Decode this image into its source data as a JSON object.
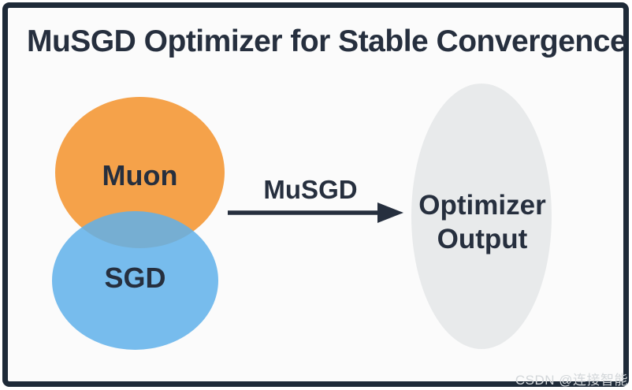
{
  "title": "MuSGD Optimizer for Stable Convergence",
  "diagram": {
    "nodes": [
      {
        "id": "muon",
        "label": "Muon",
        "shape": "ellipse",
        "fill": "#F5A24A"
      },
      {
        "id": "sgd",
        "label": "SGD",
        "shape": "ellipse",
        "fill": "#73B8EB"
      },
      {
        "id": "output",
        "label": "Optimizer Output",
        "label_line1": "Optimizer",
        "label_line2": "Output",
        "shape": "ellipse",
        "fill": "#E8EAEB"
      }
    ],
    "edge": {
      "from": "muon+sgd overlap",
      "to": "output",
      "label": "MuSGD",
      "style": "solid-arrow"
    }
  },
  "watermark": "CSDN @连接智能",
  "colors": {
    "ink": "#262F3E",
    "frame_border": "#1E2A38",
    "background": "#FBFBFB",
    "muon_fill": "#F5A24A",
    "sgd_fill": "#73B8EB",
    "output_fill": "#E8EAEB",
    "watermark": "#D3D7DA"
  }
}
